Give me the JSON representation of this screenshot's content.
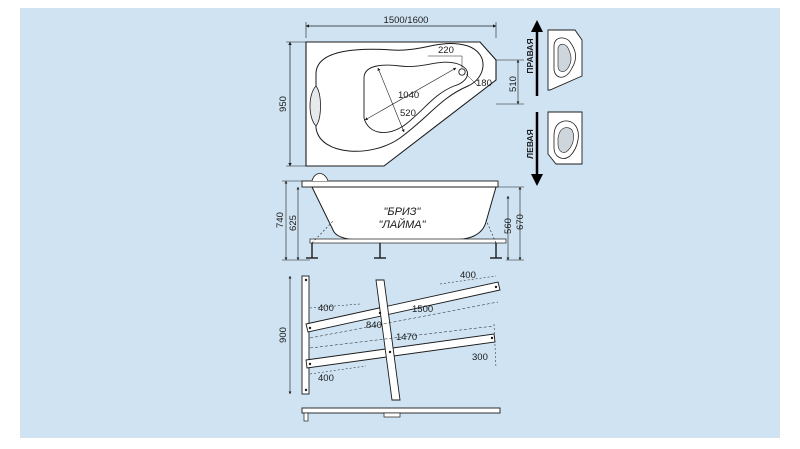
{
  "top_view": {
    "width_dim": "1500/1600",
    "height_dim": "950",
    "drain_dim": "220",
    "inner_length_dim": "1040",
    "inner_width_dim": "520",
    "drain_offset_dim": "180",
    "narrow_end_dim": "510"
  },
  "variants": {
    "right_label": "ПРАВАЯ",
    "left_label": "ЛЕВАЯ"
  },
  "side_view": {
    "total_height_dim": "740",
    "rim_height_dim": "625",
    "model_name_1": "\"БРИЗ\"",
    "model_name_2": "\"ЛАЙМА\"",
    "right_height_1_dim": "560",
    "right_height_2_dim": "670"
  },
  "frame_view": {
    "frame_height_dim": "900",
    "top_right_dim": "400",
    "top_left_dim": "400",
    "long_beam_dim": "1500",
    "cross_dim": "840",
    "lower_beam_dim": "1470",
    "right_offset_dim": "300",
    "bottom_left_dim": "400"
  },
  "colors": {
    "background": "#cfe3f2",
    "line": "#1b1b1b",
    "arrow": "#000000"
  }
}
